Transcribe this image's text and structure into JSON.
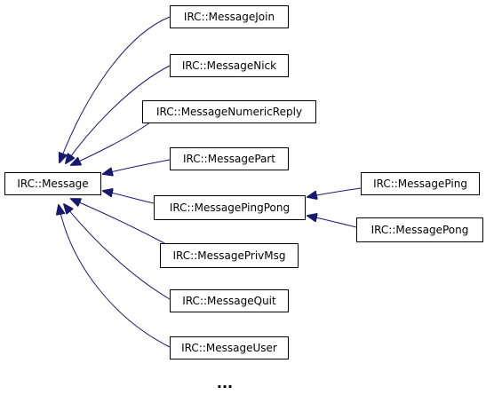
{
  "diagram": {
    "type": "class-inheritance-graph",
    "edge_color": "#191970",
    "nodes": [
      {
        "id": "msg",
        "label": "IRC::Message"
      },
      {
        "id": "join",
        "label": "IRC::MessageJoin"
      },
      {
        "id": "nick",
        "label": "IRC::MessageNick"
      },
      {
        "id": "numeric",
        "label": "IRC::MessageNumericReply"
      },
      {
        "id": "part",
        "label": "IRC::MessagePart"
      },
      {
        "id": "pingpong",
        "label": "IRC::MessagePingPong"
      },
      {
        "id": "privmsg",
        "label": "IRC::MessagePrivMsg"
      },
      {
        "id": "quit",
        "label": "IRC::MessageQuit"
      },
      {
        "id": "user",
        "label": "IRC::MessageUser"
      },
      {
        "id": "ping",
        "label": "IRC::MessagePing"
      },
      {
        "id": "pong",
        "label": "IRC::MessagePong"
      }
    ],
    "edges": [
      {
        "from": "join",
        "to": "msg"
      },
      {
        "from": "nick",
        "to": "msg"
      },
      {
        "from": "numeric",
        "to": "msg"
      },
      {
        "from": "part",
        "to": "msg"
      },
      {
        "from": "pingpong",
        "to": "msg"
      },
      {
        "from": "privmsg",
        "to": "msg"
      },
      {
        "from": "quit",
        "to": "msg"
      },
      {
        "from": "user",
        "to": "msg"
      },
      {
        "from": "ping",
        "to": "pingpong"
      },
      {
        "from": "pong",
        "to": "pingpong"
      }
    ],
    "more_label": "..."
  }
}
